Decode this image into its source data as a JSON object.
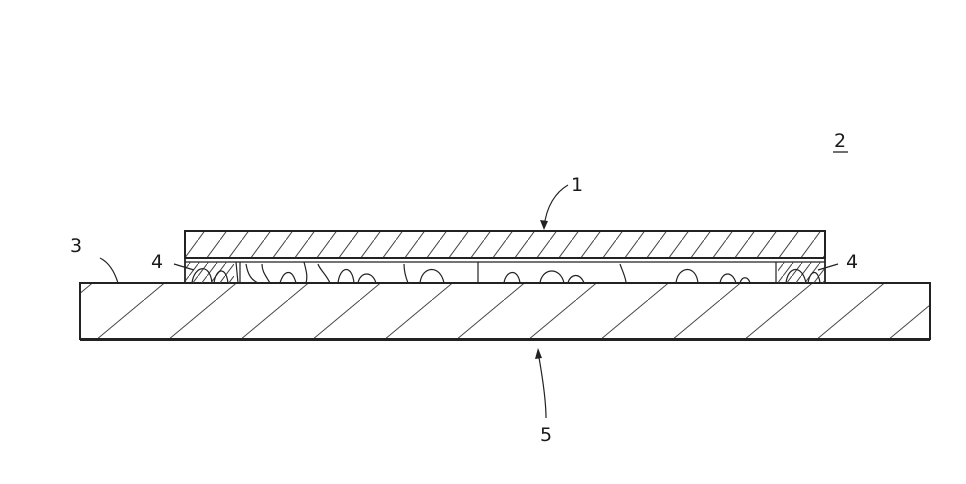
{
  "figure": {
    "labels": {
      "cover_plate": "1",
      "figure_number": "2",
      "substrate_surface": "3",
      "adhesive_left": "4",
      "adhesive_right": "4",
      "substrate": "5"
    },
    "colors": {
      "line": "#222222",
      "hatch": "#444444",
      "background": "#ffffff"
    }
  }
}
